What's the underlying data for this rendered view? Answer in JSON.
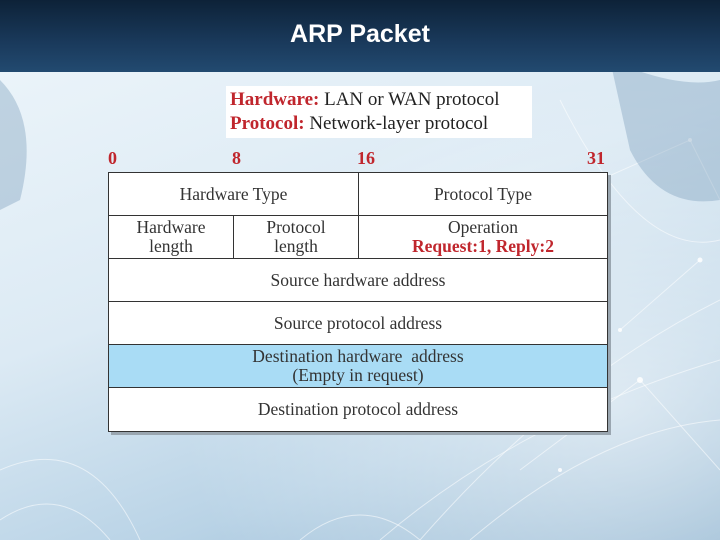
{
  "slide": {
    "title": "ARP Packet"
  },
  "legend": {
    "hardware_key": "Hardware:",
    "hardware_value": "LAN or WAN protocol",
    "protocol_key": "Protocol:",
    "protocol_value": "Network-layer protocol"
  },
  "bit_markers": [
    "0",
    "8",
    "16",
    "31"
  ],
  "fields": {
    "hardware_type": "Hardware Type",
    "protocol_type": "Protocol Type",
    "hardware_length_1": "Hardware",
    "hardware_length_2": "length",
    "protocol_length_1": "Protocol",
    "protocol_length_2": "length",
    "operation": "Operation",
    "operation_values": "Request:1, Reply:2",
    "source_hardware_address": "Source hardware address",
    "source_protocol_address": "Source protocol address",
    "destination_hardware_address": "Destination hardware  address",
    "destination_hardware_note": "(Empty in request)",
    "destination_protocol_address": "Destination protocol address"
  },
  "colors": {
    "accent_red": "#c0262d",
    "highlight_blue": "#a9dcf5",
    "title_bar": "#1a3a5c"
  }
}
